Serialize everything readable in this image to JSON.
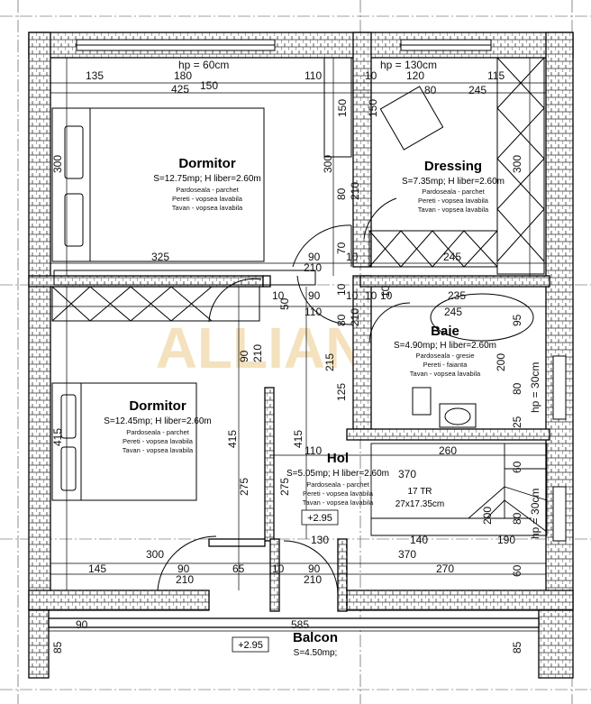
{
  "title": "",
  "colors": {
    "wall_hatch": "#333333",
    "wall_fill": "#ffffff",
    "watermark": "#f0d9a8"
  },
  "watermark": {
    "text": "ALLIAN"
  },
  "headers": {
    "hp_left": "hp = 60cm",
    "hp_right": "hp = 130cm",
    "hp_side_top": "hp = 30cm",
    "hp_side_bottom": "hp = 30cm"
  },
  "rooms": {
    "dormitor1": {
      "name": "Dormitor",
      "area": "S=12.75mp; H liber=2.60m",
      "finishes": [
        "Pardoseala - parchet",
        "Pereti - vopsea lavabila",
        "Tavan - vopsea lavabila"
      ]
    },
    "dressing": {
      "name": "Dressing",
      "area": "S=7.35mp; H liber=2.60m",
      "finishes": [
        "Pardoseala - parchet",
        "Pereti - vopsea lavabila",
        "Tavan - vopsea lavabila"
      ]
    },
    "baie": {
      "name": "Baie",
      "area": "S=4.90mp; H liber=2.60m",
      "finishes": [
        "Pardoseala - gresie",
        "Pereti - faianta",
        "Tavan - vopsea lavabila"
      ]
    },
    "dormitor2": {
      "name": "Dormitor",
      "area": "S=12.45mp; H liber=2.60m",
      "finishes": [
        "Pardoseala - parchet",
        "Pereti - vopsea lavabila",
        "Tavan - vopsea lavabila"
      ]
    },
    "hol": {
      "name": "Hol",
      "area": "S=5.05mp; H liber=2.60m",
      "finishes": [
        "Pardoseala - parchet",
        "Pereti - vopsea lavabila",
        "Tavan - vopsea lavabila"
      ]
    },
    "balcon": {
      "name": "Balcon",
      "area": "S=4.50mp;"
    }
  },
  "stairs": {
    "steps": "17 TR",
    "size": "27x17.35cm"
  },
  "levels": {
    "hol": "+2.95",
    "balcon": "+2.95"
  },
  "dims": {
    "top_row": [
      "135",
      "180",
      "110",
      "10",
      "120",
      "115"
    ],
    "top_row2": [
      "425",
      "150",
      "80",
      "245"
    ],
    "mid_h": [
      "325",
      "90",
      "210",
      "10",
      "245"
    ],
    "hall_h": [
      "10",
      "90",
      "10",
      "10",
      "10",
      "235",
      "245",
      "110"
    ],
    "lower_h": [
      "260",
      "110",
      "370"
    ],
    "stair_h": [
      "130",
      "140",
      "190",
      "370",
      "270"
    ],
    "bottom_h": [
      "300",
      "145",
      "90",
      "210",
      "65",
      "10",
      "90",
      "210"
    ],
    "balcon_h": [
      "90",
      "585"
    ],
    "vert_left": [
      "300",
      "415"
    ],
    "vert_inner": [
      "150",
      "300",
      "150",
      "80",
      "210",
      "70",
      "10",
      "50",
      "90",
      "210",
      "215",
      "80",
      "210",
      "10",
      "125",
      "415",
      "275",
      "275",
      "415",
      "85",
      "85",
      "95",
      "200",
      "80",
      "25",
      "60",
      "200",
      "80",
      "60",
      "300"
    ]
  }
}
